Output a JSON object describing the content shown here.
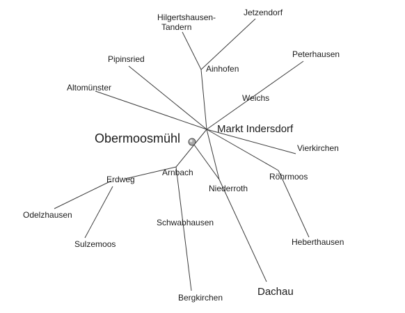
{
  "map": {
    "highlight_place": "Obermoosmühl",
    "marker_color": "#9a9a9a",
    "road_color": "#3a3a3a",
    "places": {
      "hilgertshausen_line1": "Hilgertshausen-",
      "hilgertshausen_line2": "Tandern",
      "jetzendorf": "Jetzendorf",
      "pipinsried": "Pipinsried",
      "ainhofen": "Ainhofen",
      "peterhausen": "Peterhausen",
      "altomuenster": "Altomünster",
      "weichs": "Weichs",
      "markt_indersdorf": "Markt Indersdorf",
      "obermoosmuehl": "Obermoosmühl",
      "vierkirchen": "Vierkirchen",
      "erdweg": "Erdweg",
      "arnbach": "Arnbach",
      "roehrmoos": "Röhrmoos",
      "niederroth": "Niederroth",
      "odelzhausen": "Odelzhausen",
      "schwabhausen": "Schwabhausen",
      "sulzemoos": "Sulzemoos",
      "heberthausen": "Heberthausen",
      "dachau": "Dachau",
      "bergkirchen": "Bergkirchen"
    }
  }
}
